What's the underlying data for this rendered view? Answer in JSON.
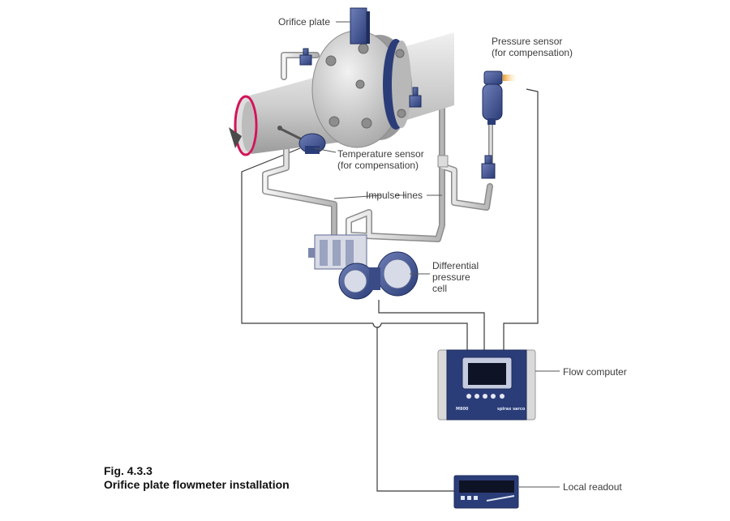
{
  "figure": {
    "number": "Fig. 4.3.3",
    "title": "Orifice plate flowmeter installation"
  },
  "labels": {
    "orifice_plate": "Orifice plate",
    "pressure_sensor": [
      "Pressure sensor",
      "(for compensation)"
    ],
    "temperature_sensor": [
      "Temperature sensor",
      "(for compensation)"
    ],
    "impulse_lines": "Impulse lines",
    "dp_cell": [
      "Differential",
      "pressure",
      "cell"
    ],
    "flow_computer": "Flow computer",
    "local_readout": "Local readout"
  },
  "flow_computer": {
    "model": "M800",
    "brand": "spirax sarco"
  },
  "colors": {
    "pipe": "#c8c8c8",
    "pipe_rim": "#d2145a",
    "device_blue": "#2b3d78",
    "wire": "#3a3a3a",
    "label_text": "#3c3c3c"
  }
}
